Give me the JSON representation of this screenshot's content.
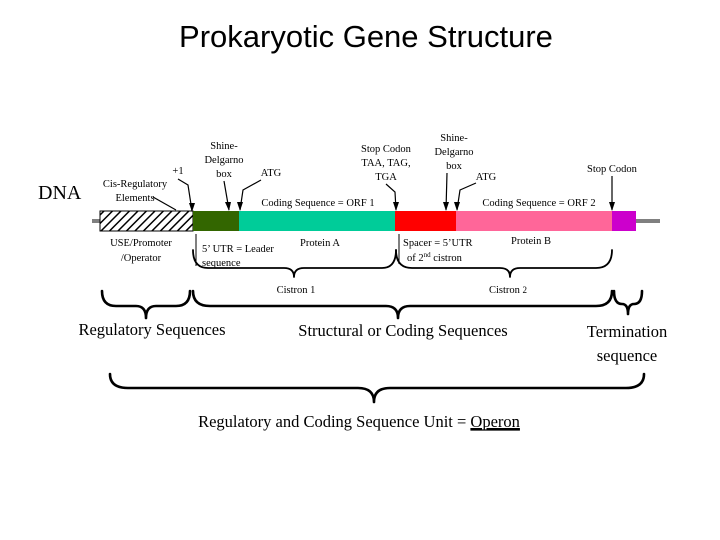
{
  "title": "Prokaryotic Gene Structure",
  "dna_label": "DNA",
  "top_labels": {
    "cis_regulatory_1": "Cis-Regulatory",
    "cis_regulatory_2": "Elements",
    "plus_one": "+1",
    "shine_delgarno_1a": "Shine-",
    "shine_delgarno_1b": "Delgarno",
    "shine_delgarno_1c": "box",
    "atg_1": "ATG",
    "stop_codon_1a": "Stop Codon",
    "stop_codon_1b": "TAA, TAG,",
    "stop_codon_1c": "TGA",
    "shine_delgarno_2a": "Shine-",
    "shine_delgarno_2b": "Delgarno",
    "shine_delgarno_2c": "box",
    "atg_2": "ATG",
    "stop_codon_2": "Stop Codon"
  },
  "segments": {
    "orf1_label": "Coding Sequence = ORF 1",
    "orf2_label": "Coding Sequence = ORF 2"
  },
  "bottom_labels": {
    "promoter_1": "USE/Promoter",
    "promoter_2": "/Operator",
    "utr_1": "5’ UTR = Leader",
    "utr_2": "sequence",
    "protein_a": "Protein A",
    "spacer_1": "Spacer = 5’UTR",
    "spacer_2a": "of 2",
    "spacer_2_sup": "nd",
    "spacer_2b": " cistron",
    "protein_b": "Protein B",
    "cistron_1": "Cistron 1",
    "cistron_2_word": "Cistron ",
    "cistron_2_num": "2"
  },
  "sections": {
    "regulatory": "Regulatory Sequences",
    "structural": "Structural or Coding Sequences",
    "termination_1": "Termination",
    "termination_2": "sequence"
  },
  "operon": {
    "prefix": "Regulatory and Coding Sequence Unit = ",
    "word": "Operon"
  },
  "colors": {
    "dna_line": "#808080",
    "utr": "#336600",
    "orf1": "#00CC99",
    "spacer": "#FF0000",
    "orf2": "#FF6699",
    "terminator": "#CC00CC"
  }
}
